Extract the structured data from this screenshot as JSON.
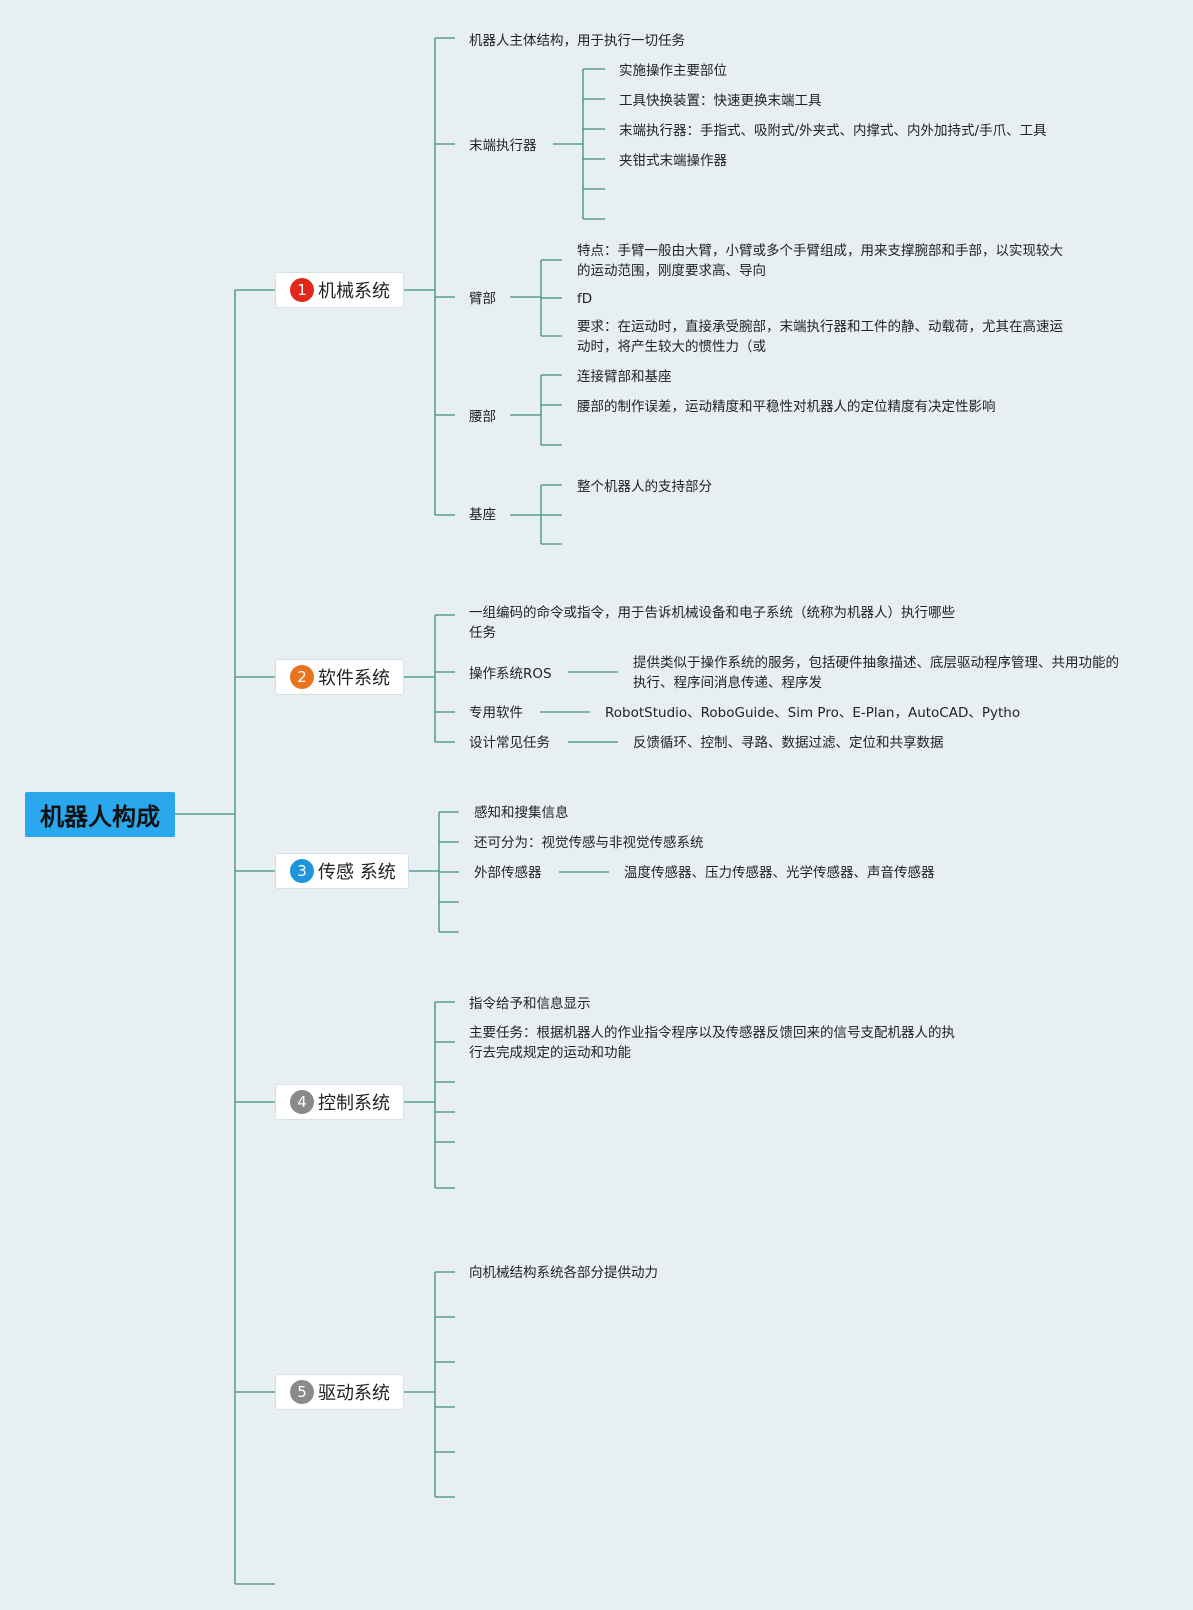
{
  "root": "机器人构成",
  "colors": {
    "line": "#3e8f7e",
    "root_bg": "#2aa8ee",
    "bg": "#e8eff3"
  },
  "branches": [
    {
      "num": "1",
      "label": "机械系统",
      "badge_color": "#e0281d",
      "children": [
        {
          "text": "机器人主体结构，用于执行一切任务"
        },
        {
          "text": "末端执行器",
          "children": [
            "实施操作主要部位",
            "工具快换装置：快速更换末端工具",
            "末端执行器：手指式、吸附式/外夹式、内撑式、内外加持式/手爪、工具",
            "夹钳式末端操作器"
          ]
        },
        {
          "text": "臂部",
          "children": [
            "特点：手臂一般由大臂，小臂或多个手臂组成，用来支撑腕部和手部，以实现较大的运动范围，刚度要求高、导向",
            "fD",
            "要求：在运动时，直接承受腕部，末端执行器和工件的静、动载荷，尤其在高速运动时，将产生较大的惯性力（或"
          ]
        },
        {
          "text": "腰部",
          "children": [
            "连接臂部和基座",
            "腰部的制作误差，运动精度和平稳性对机器人的定位精度有决定性影响"
          ]
        },
        {
          "text": "基座",
          "children": [
            "整个机器人的支持部分"
          ]
        }
      ]
    },
    {
      "num": "2",
      "label": "软件系统",
      "badge_color": "#e8741e",
      "children": [
        {
          "text": "一组编码的命令或指令，用于告诉机械设备和电子系统（统称为机器人）执行哪些任务"
        },
        {
          "text": "操作系统ROS",
          "children": [
            "提供类似于操作系统的服务，包括硬件抽象描述、底层驱动程序管理、共用功能的执行、程序间消息传递、程序发"
          ]
        },
        {
          "text": "专用软件",
          "children": [
            "RobotStudio、RoboGuide、Sim Pro、E-Plan，AutoCAD、Pytho"
          ]
        },
        {
          "text": "设计常见任务",
          "children": [
            "反馈循环、控制、寻路、数据过滤、定位和共享数据"
          ]
        }
      ]
    },
    {
      "num": "3",
      "label": "传感 系统",
      "badge_color": "#1d96dc",
      "children": [
        {
          "text": "感知和搜集信息"
        },
        {
          "text": "还可分为：视觉传感与非视觉传感系统"
        },
        {
          "text": "外部传感器",
          "children": [
            "温度传感器、压力传感器、光学传感器、声音传感器"
          ]
        }
      ]
    },
    {
      "num": "4",
      "label": "控制系统",
      "badge_color": "#8a8a8a",
      "children": [
        {
          "text": "指令给予和信息显示"
        },
        {
          "text": "主要任务：根据机器人的作业指令程序以及传感器反馈回来的信号支配机器人的执行去完成规定的运动和功能"
        }
      ]
    },
    {
      "num": "5",
      "label": "驱动系统",
      "badge_color": "#8a8a8a",
      "children": [
        {
          "text": "向机械结构系统各部分提供动力"
        }
      ]
    }
  ]
}
